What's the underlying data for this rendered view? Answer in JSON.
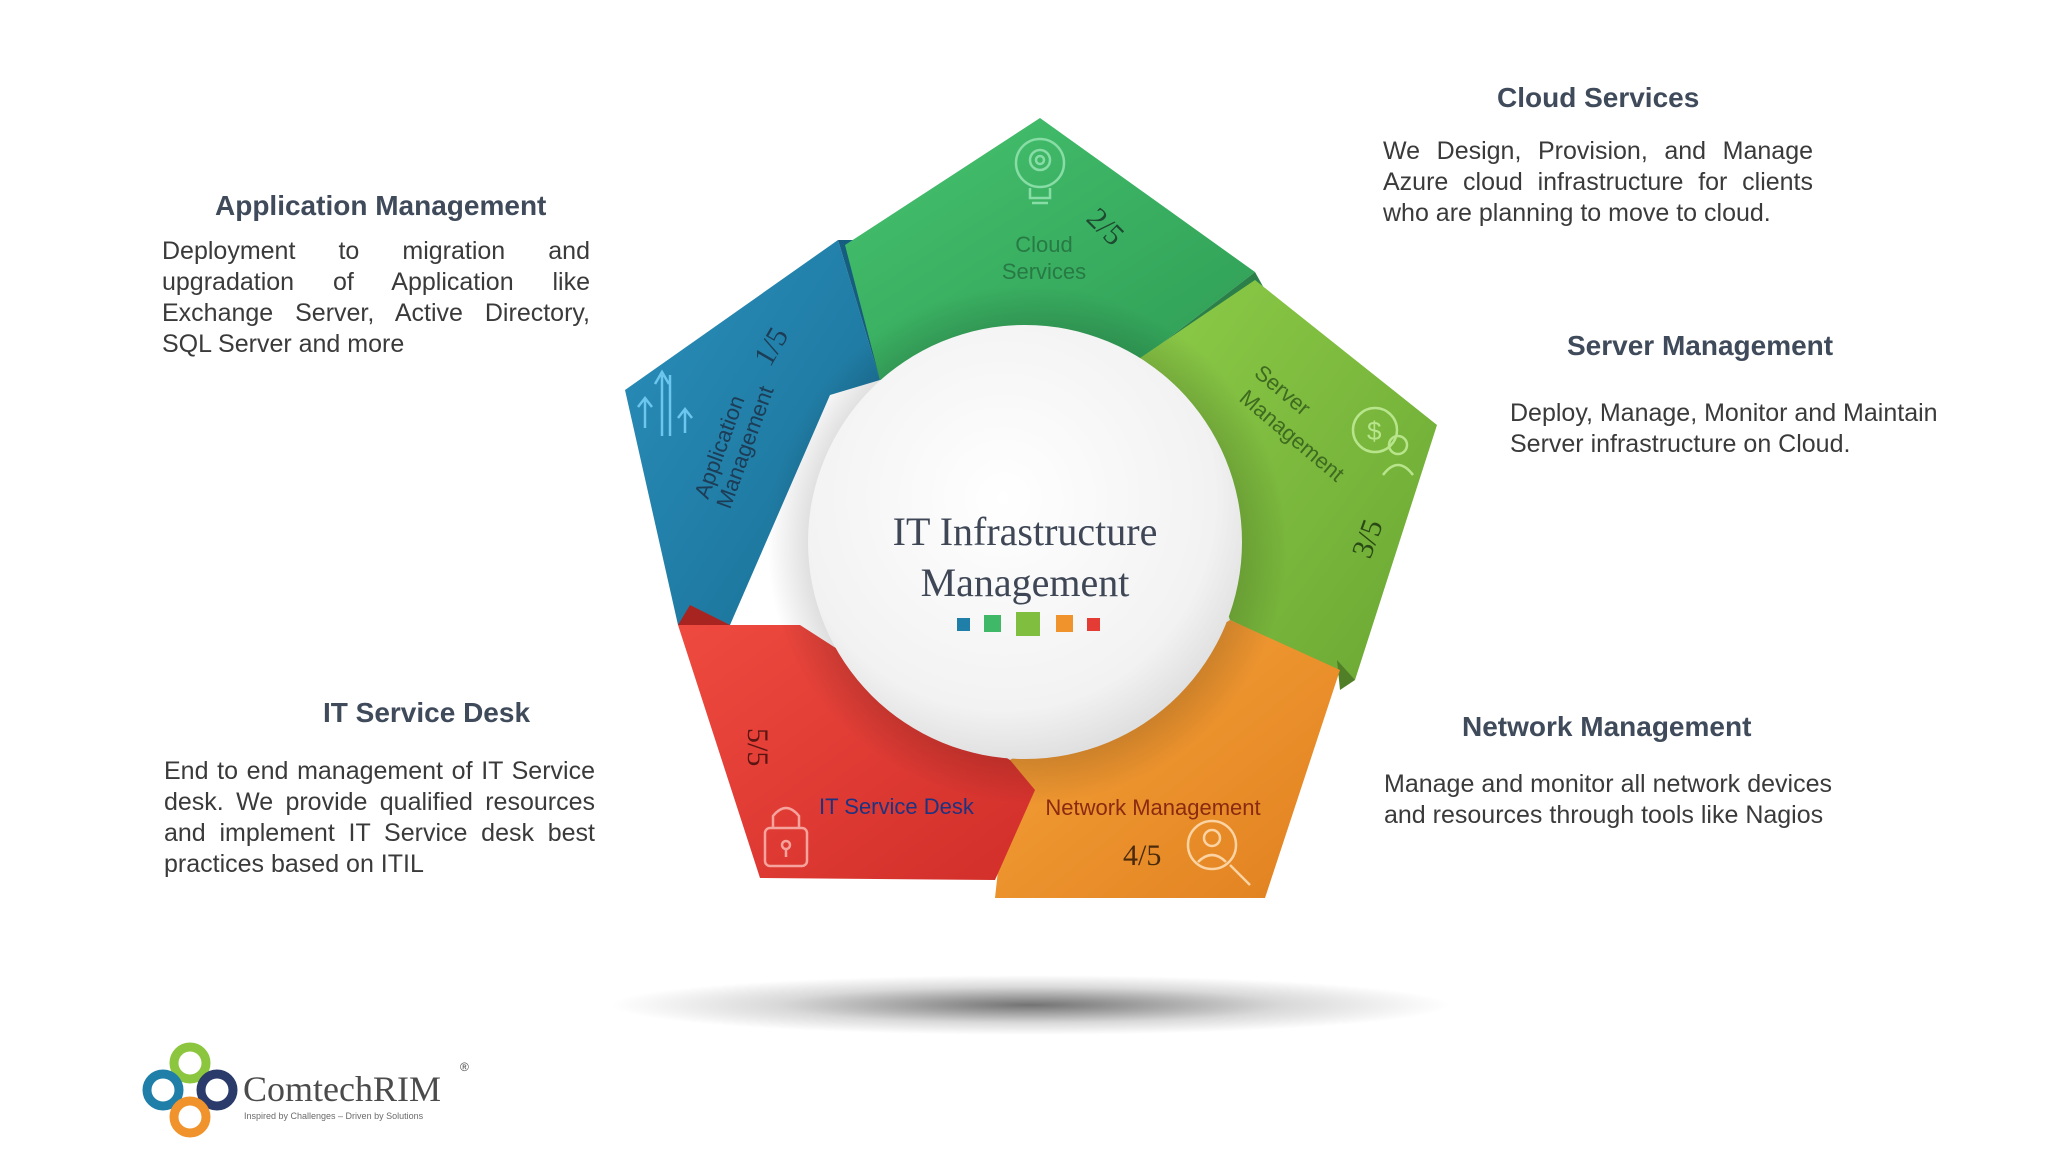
{
  "center": {
    "title_line1": "IT Infrastructure",
    "title_line2": "Management",
    "dot_colors": [
      "#1f7fa8",
      "#3fb868",
      "#7fbe3e",
      "#f0932c",
      "#e43b34"
    ]
  },
  "segments": [
    {
      "index": "1/5",
      "label_line1": "Application",
      "label_line2": "Management",
      "icon": "upload-arrows-icon",
      "color": "#1f7fa8",
      "heading": "Application Management",
      "description": "Deployment to migration and upgradation of Application like Exchange Server, Active Directory, SQL Server and more"
    },
    {
      "index": "2/5",
      "label_line1": "Cloud",
      "label_line2": "Services",
      "icon": "gear-bulb-icon",
      "color": "#3fb868",
      "heading": "Cloud Services",
      "description": "We Design, Provision, and Manage Azure cloud infrastructure for clients who are planning to move to cloud."
    },
    {
      "index": "3/5",
      "label_line1": "Server",
      "label_line2": "Management",
      "icon": "dollar-user-icon",
      "color": "#7fbe3e",
      "heading": "Server Management",
      "description": "Deploy, Manage, Monitor and Maintain Server infrastructure on Cloud."
    },
    {
      "index": "4/5",
      "label_line1": "Network Management",
      "label_line2": "",
      "icon": "user-search-icon",
      "color": "#f0932c",
      "heading": "Network Management",
      "description": "Manage and monitor all network devices and resources through tools like Nagios"
    },
    {
      "index": "5/5",
      "label_line1": "IT Service Desk",
      "label_line2": "",
      "icon": "padlock-icon",
      "color": "#e43b34",
      "heading": "IT Service Desk",
      "description": "End to end management of IT Service desk. We provide qualified resources and implement IT Service desk best practices based on ITIL"
    }
  ],
  "logo": {
    "name": "ComtechRIM",
    "registered": "®",
    "tagline": "Inspired by Challenges – Driven by Solutions"
  }
}
